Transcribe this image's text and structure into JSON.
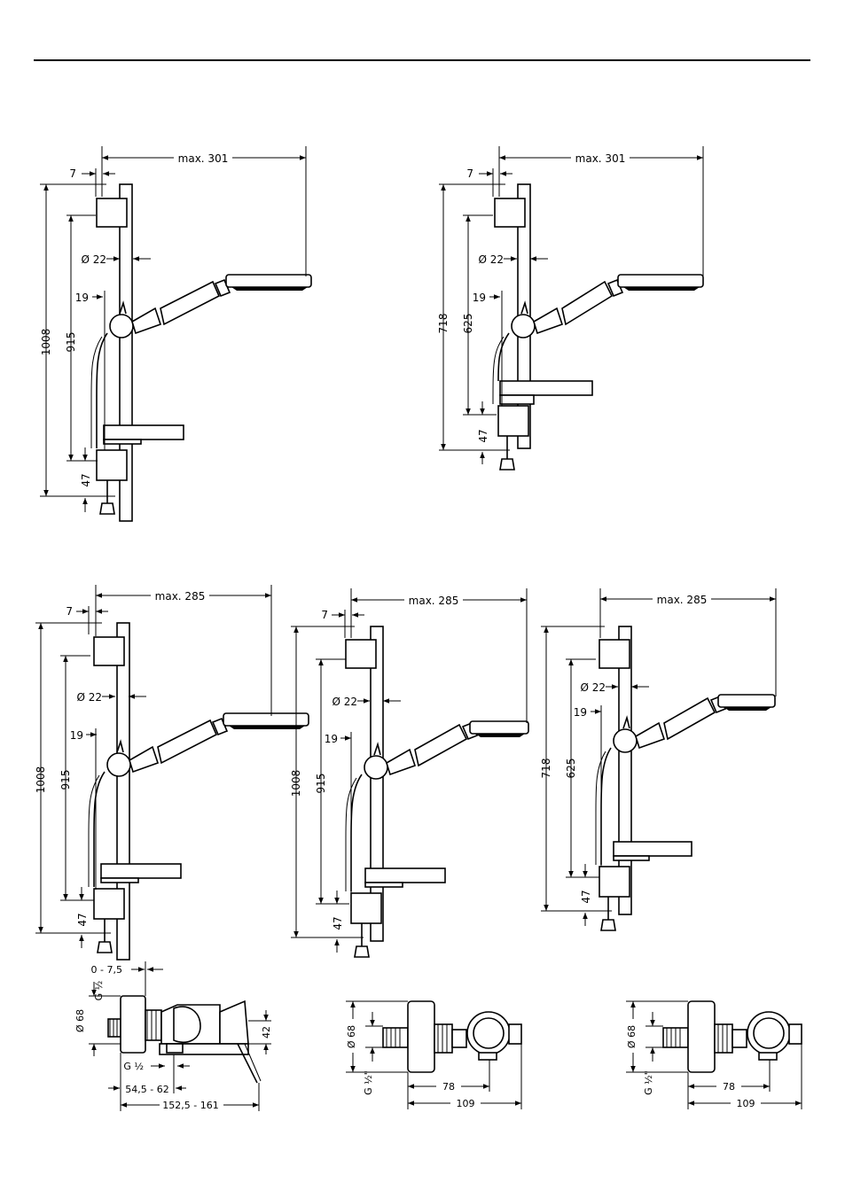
{
  "colors": {
    "ink": "#000000",
    "paper": "#ffffff"
  },
  "drawing_a": {
    "max": "max. 301",
    "offset": "7",
    "dia": "Ø 22",
    "arm": "19",
    "total": "1008",
    "span": "915",
    "bottom": "47"
  },
  "drawing_b": {
    "max": "max. 301",
    "offset": "7",
    "dia": "Ø 22",
    "arm": "19",
    "total": "718",
    "span": "625",
    "bottom": "47"
  },
  "drawing_c": {
    "max": "max. 285",
    "offset": "7",
    "dia": "Ø 22",
    "arm": "19",
    "total": "1008",
    "span": "915",
    "bottom": "47"
  },
  "drawing_d": {
    "max": "max. 285",
    "offset": "7",
    "dia": "Ø 22",
    "arm": "19",
    "total": "1008",
    "span": "915",
    "bottom": "47"
  },
  "drawing_e": {
    "max": "max. 285",
    "dia": "Ø 22",
    "arm": "19",
    "total": "718",
    "span": "625",
    "bottom": "47"
  },
  "mixer_1": {
    "offset": "0 - 7,5",
    "thread_top": "G ½",
    "dia": "Ø 68",
    "height": "42",
    "thread_bottom": "G ½",
    "depth": "54,5 - 62",
    "width": "152,5 - 161"
  },
  "mixer_2": {
    "dia": "Ø 68",
    "thread": "G ½\"",
    "d1": "78",
    "d2": "109"
  },
  "mixer_3": {
    "dia": "Ø 68",
    "thread": "G ½\"",
    "d1": "78",
    "d2": "109"
  }
}
